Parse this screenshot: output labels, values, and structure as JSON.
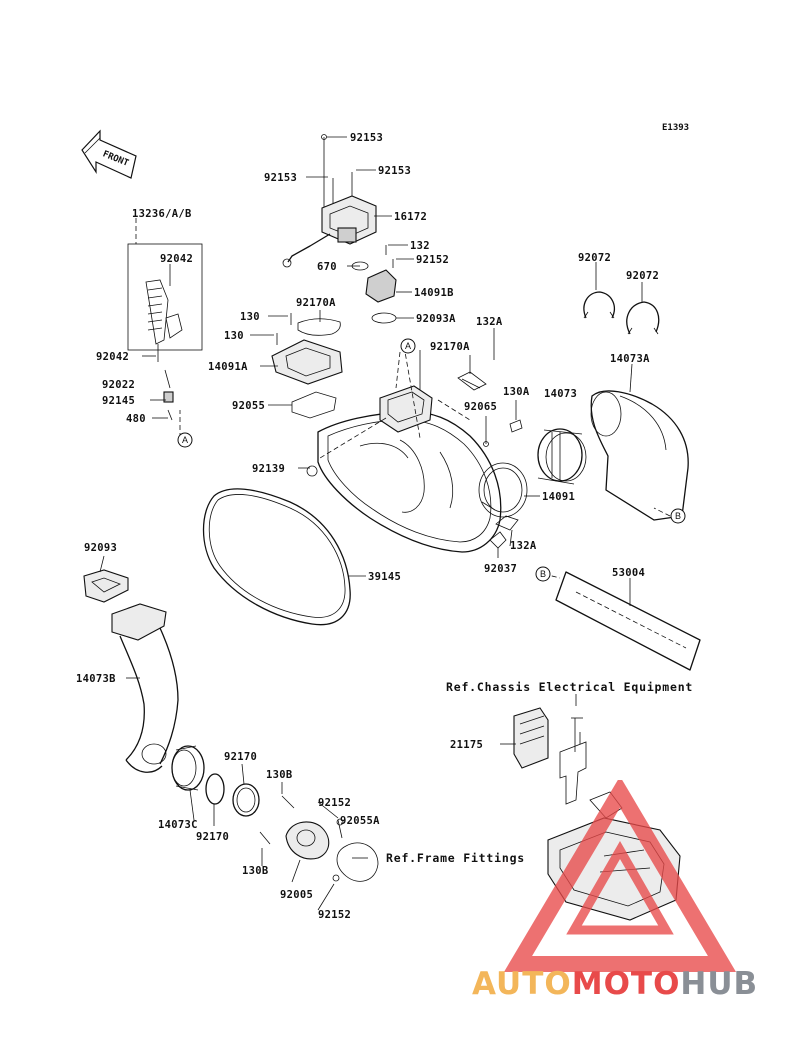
{
  "diagram": {
    "code": "E1393",
    "front_label": "FRONT"
  },
  "labels": [
    {
      "text": "92153"
    },
    {
      "text": "92153"
    },
    {
      "text": "92153"
    },
    {
      "text": "16172"
    },
    {
      "text": "132"
    },
    {
      "text": "670"
    },
    {
      "text": "92152"
    },
    {
      "text": "14091B"
    },
    {
      "text": "92170A"
    },
    {
      "text": "130"
    },
    {
      "text": "92093A"
    },
    {
      "text": "130"
    },
    {
      "text": "132A"
    },
    {
      "text": "14091A"
    },
    {
      "text": "92170A"
    },
    {
      "text": "92055"
    },
    {
      "text": "92065"
    },
    {
      "text": "130A"
    },
    {
      "text": "14073"
    },
    {
      "text": "92139"
    },
    {
      "text": "14091"
    },
    {
      "text": "132A"
    },
    {
      "text": "92037"
    },
    {
      "text": "39145"
    },
    {
      "text": "13236/A/B"
    },
    {
      "text": "92042"
    },
    {
      "text": "92042"
    },
    {
      "text": "92022"
    },
    {
      "text": "92145"
    },
    {
      "text": "480"
    },
    {
      "text": "92072"
    },
    {
      "text": "92072"
    },
    {
      "text": "14073A"
    },
    {
      "text": "53004"
    },
    {
      "text": "92093"
    },
    {
      "text": "14073B"
    },
    {
      "text": "92170"
    },
    {
      "text": "130B"
    },
    {
      "text": "92152"
    },
    {
      "text": "14073C"
    },
    {
      "text": "92170"
    },
    {
      "text": "92055A"
    },
    {
      "text": "130B"
    },
    {
      "text": "92005"
    },
    {
      "text": "92152"
    },
    {
      "text": "21175"
    }
  ],
  "references": {
    "chassis": "Ref.Chassis Electrical Equipment",
    "frame": "Ref.Frame Fittings"
  },
  "callouts": {
    "a1": "A",
    "a2": "A",
    "b1": "B",
    "b2": "B"
  },
  "watermark": {
    "part1": "AUTO",
    "part2": "MOTO",
    "part3": "HUB",
    "colors": {
      "auto": "#f3b65a",
      "moto": "#e84a4a",
      "hub": "#8a8f96",
      "triangle": "#e84a4a"
    }
  }
}
